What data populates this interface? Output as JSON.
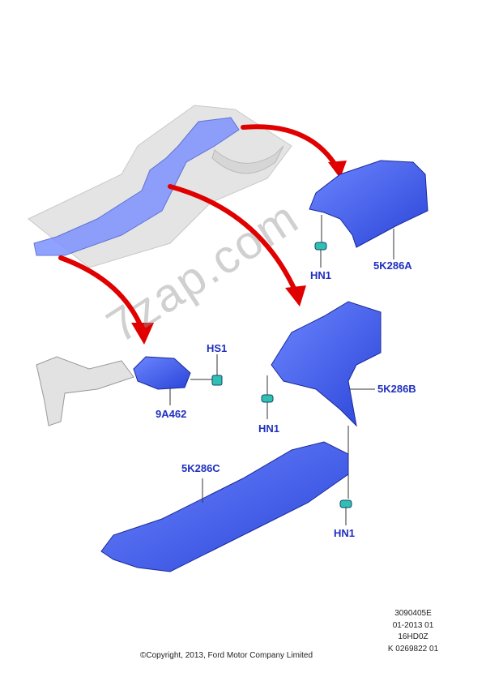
{
  "labels": {
    "hn1_a": "HN1",
    "part_a": "5K286A",
    "hs1": "HS1",
    "part_9a": "9A462",
    "hn1_b": "HN1",
    "part_b": "5K286B",
    "part_c": "5K286C",
    "hn1_c": "HN1"
  },
  "meta": {
    "line1": "3090405E",
    "line2": "01-2013 01",
    "line3": "16HD0Z",
    "line4": "K 0269822 01"
  },
  "copyright": "©Copyright, 2013, Ford Motor Company Limited",
  "watermark": "7zap.com",
  "colors": {
    "part_blue": "#3f5ff0",
    "arrow_red": "#e00000",
    "label_blue": "#1f2fbf",
    "clip_teal": "#30c0b0"
  }
}
